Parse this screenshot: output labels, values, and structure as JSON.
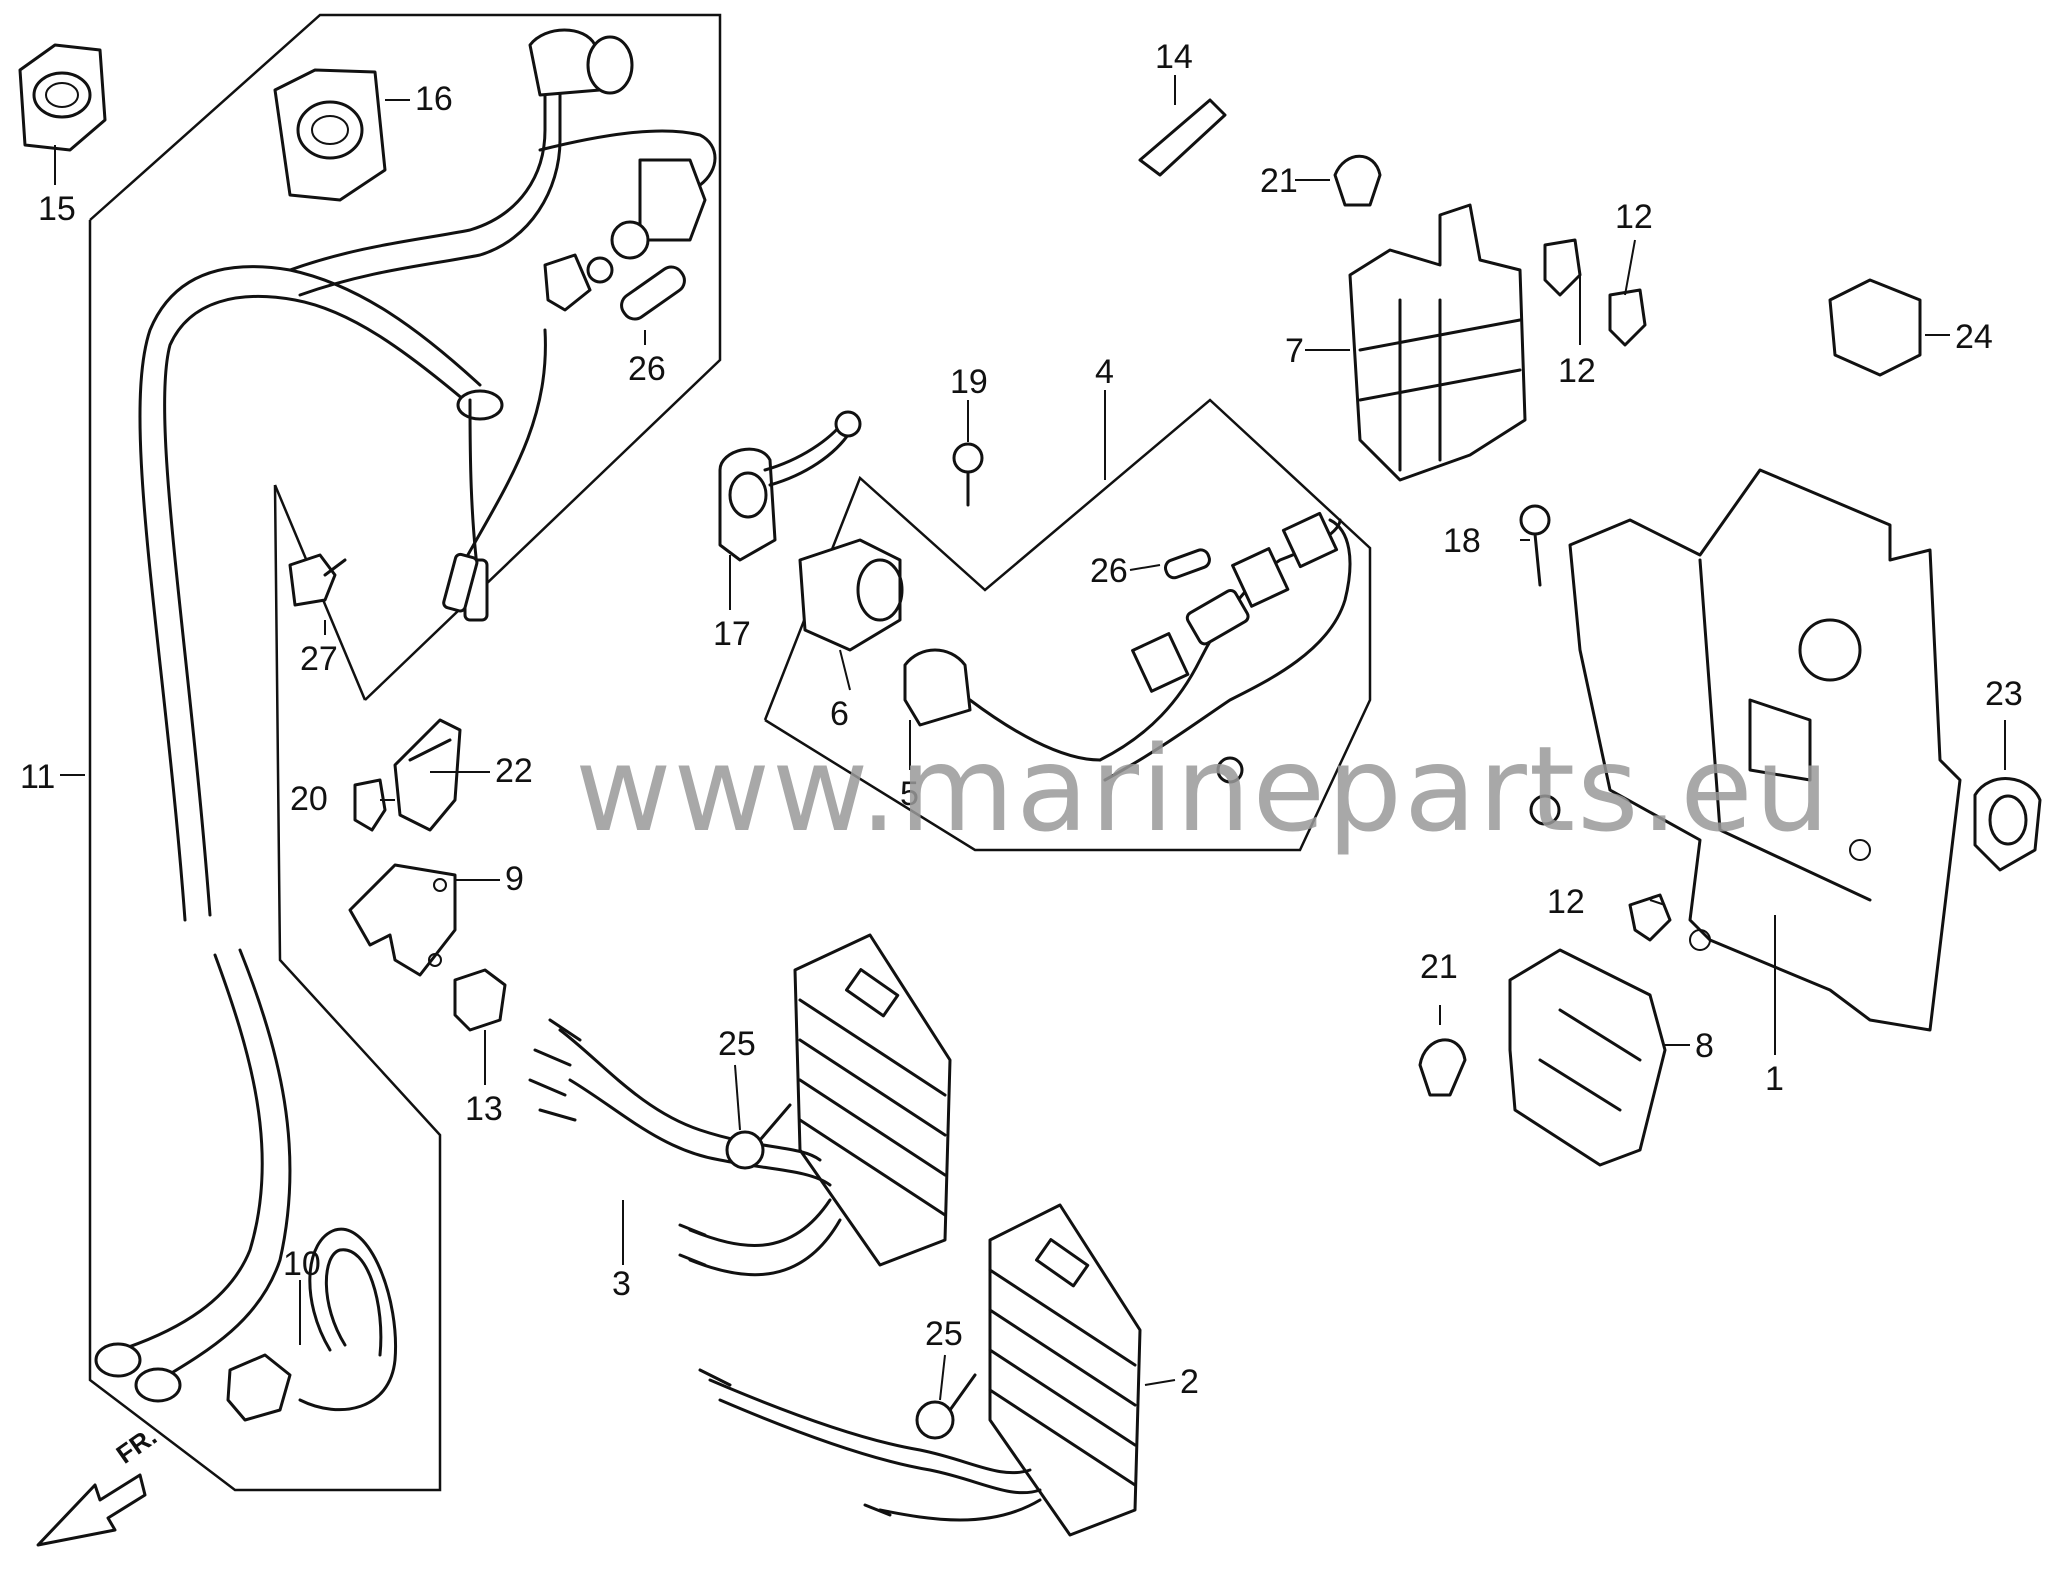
{
  "labels": {
    "l1": "1",
    "l2": "2",
    "l3": "3",
    "l4": "4",
    "l5": "5",
    "l6": "6",
    "l7": "7",
    "l8": "8",
    "l9": "9",
    "l10": "10",
    "l11": "11",
    "l12a": "12",
    "l12b": "12",
    "l12c": "12",
    "l13": "13",
    "l14": "14",
    "l15": "15",
    "l16": "16",
    "l17": "17",
    "l18": "18",
    "l19": "19",
    "l20": "20",
    "l21a": "21",
    "l21b": "21",
    "l22": "22",
    "l23": "23",
    "l24": "24",
    "l25a": "25",
    "l25b": "25",
    "l26a": "26",
    "l26b": "26",
    "l27": "27"
  },
  "direction_label": "FR.",
  "watermark": "www.marineparts.eu"
}
